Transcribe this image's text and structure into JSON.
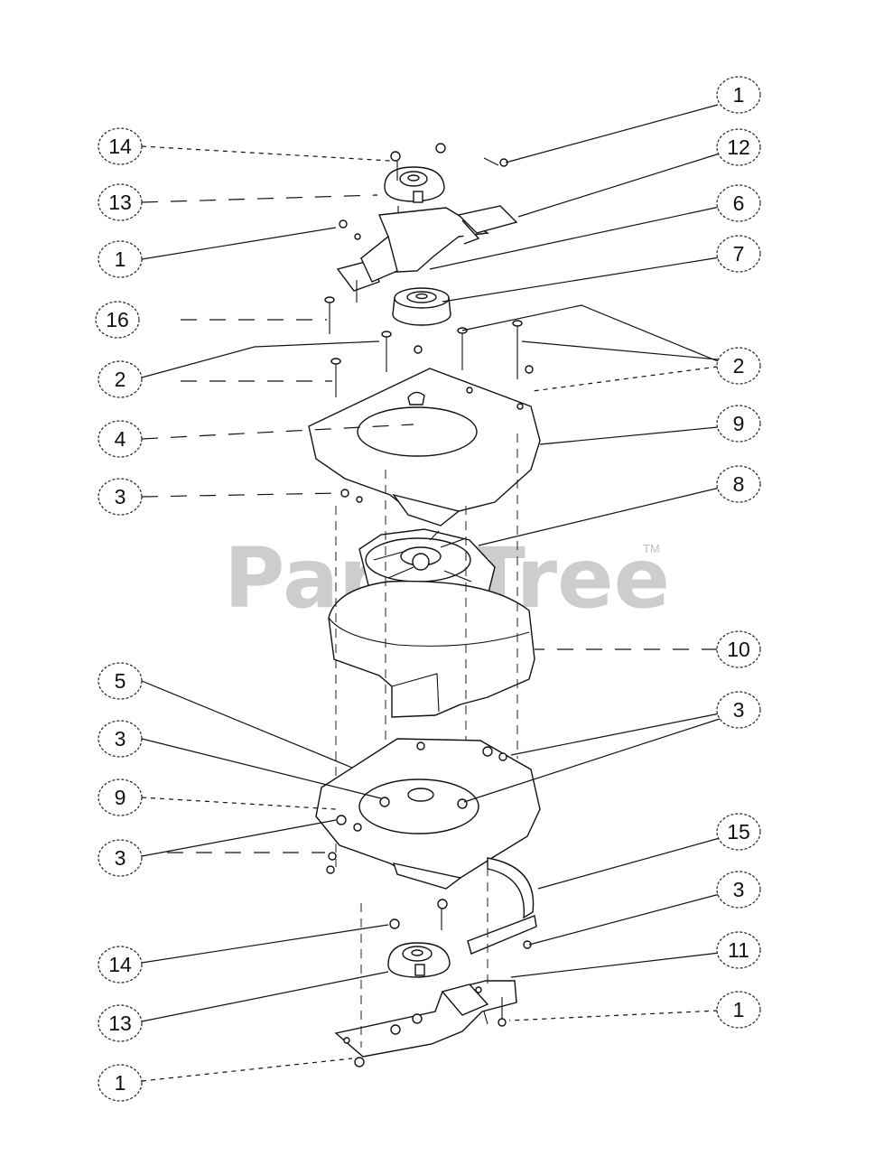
{
  "watermark": {
    "text": "PartsTree",
    "trademark": "TM",
    "color": "#bdbdbd"
  },
  "callouts": [
    {
      "id": "c1",
      "label": "1"
    },
    {
      "id": "c2",
      "label": "14"
    },
    {
      "id": "c3",
      "label": "12"
    },
    {
      "id": "c4",
      "label": "13"
    },
    {
      "id": "c5",
      "label": "6"
    },
    {
      "id": "c6",
      "label": "1"
    },
    {
      "id": "c7",
      "label": "7"
    },
    {
      "id": "c8",
      "label": "16"
    },
    {
      "id": "c9",
      "label": "2"
    },
    {
      "id": "c10",
      "label": "2"
    },
    {
      "id": "c11",
      "label": "9"
    },
    {
      "id": "c12",
      "label": "4"
    },
    {
      "id": "c13",
      "label": "3"
    },
    {
      "id": "c14",
      "label": "8"
    },
    {
      "id": "c15",
      "label": "10"
    },
    {
      "id": "c16",
      "label": "5"
    },
    {
      "id": "c17",
      "label": "3"
    },
    {
      "id": "c18",
      "label": "3"
    },
    {
      "id": "c19",
      "label": "9"
    },
    {
      "id": "c20",
      "label": "3"
    },
    {
      "id": "c21",
      "label": "15"
    },
    {
      "id": "c22",
      "label": "3"
    },
    {
      "id": "c23",
      "label": "14"
    },
    {
      "id": "c24",
      "label": "11"
    },
    {
      "id": "c25",
      "label": "13"
    },
    {
      "id": "c26",
      "label": "1"
    },
    {
      "id": "c27",
      "label": "1"
    }
  ]
}
